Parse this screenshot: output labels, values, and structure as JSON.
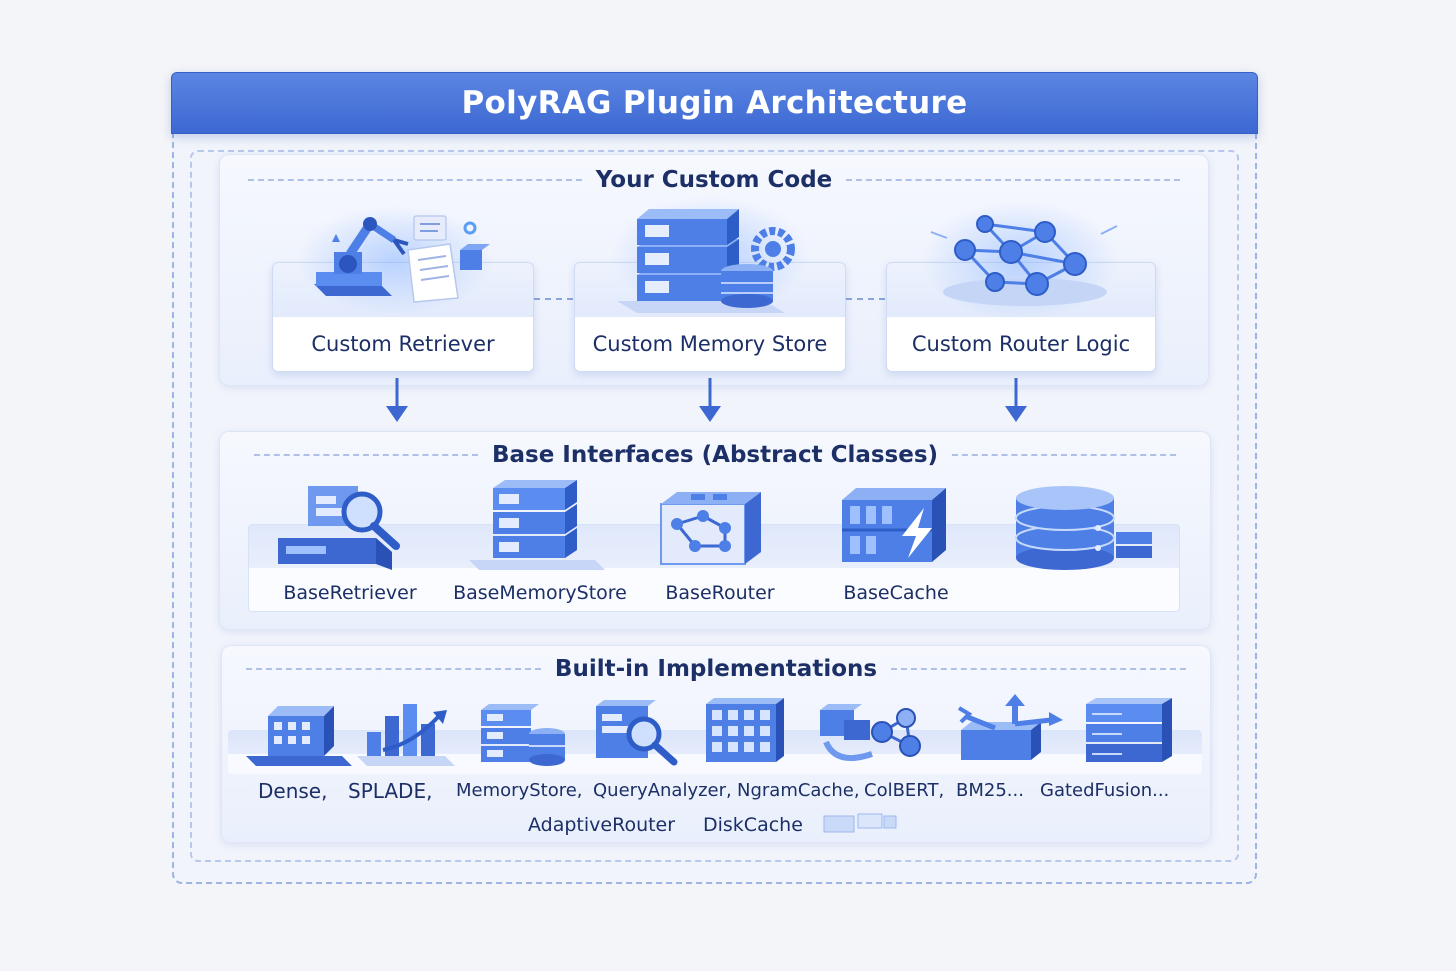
{
  "title": "PolyRAG Plugin Architecture",
  "custom_section": {
    "heading": "Your Custom Code",
    "cards": [
      {
        "label": "Custom Retriever",
        "icon": "robot-arm-document-icon"
      },
      {
        "label": "Custom Memory Store",
        "icon": "server-gear-database-icon"
      },
      {
        "label": "Custom Router Logic",
        "icon": "network-graph-icon"
      }
    ]
  },
  "base_section": {
    "heading": "Base Interfaces (Abstract Classes)",
    "items": [
      {
        "label": "BaseRetriever",
        "icon": "search-server-icon"
      },
      {
        "label": "BaseMemoryStore",
        "icon": "server-stack-icon"
      },
      {
        "label": "BaseRouter",
        "icon": "router-box-icon"
      },
      {
        "label": "BaseCache",
        "icon": "lightning-cache-icon"
      },
      {
        "label": "",
        "icon": "database-cylinder-icon"
      }
    ]
  },
  "built_section": {
    "heading": "Built-in Implementations",
    "row1": [
      "Dense,",
      "SPLADE,",
      "MemoryStore,",
      "QueryAnalyzer,",
      "NgramCache,",
      "ColBERT,",
      "BM25...",
      "GatedFusion..."
    ],
    "row2": [
      "AdaptiveRouter",
      "DiskCache"
    ],
    "icons": [
      "building-grid-icon",
      "bar-chart-icon",
      "server-database-icon",
      "magnifier-doc-icon",
      "grid-cache-icon",
      "box-network-icon",
      "arrows-box-icon",
      "server-stack-icon"
    ]
  },
  "colors": {
    "accent": "#3d68d2",
    "icon_blue": "#4d7fe6",
    "text": "#1c2f66"
  }
}
